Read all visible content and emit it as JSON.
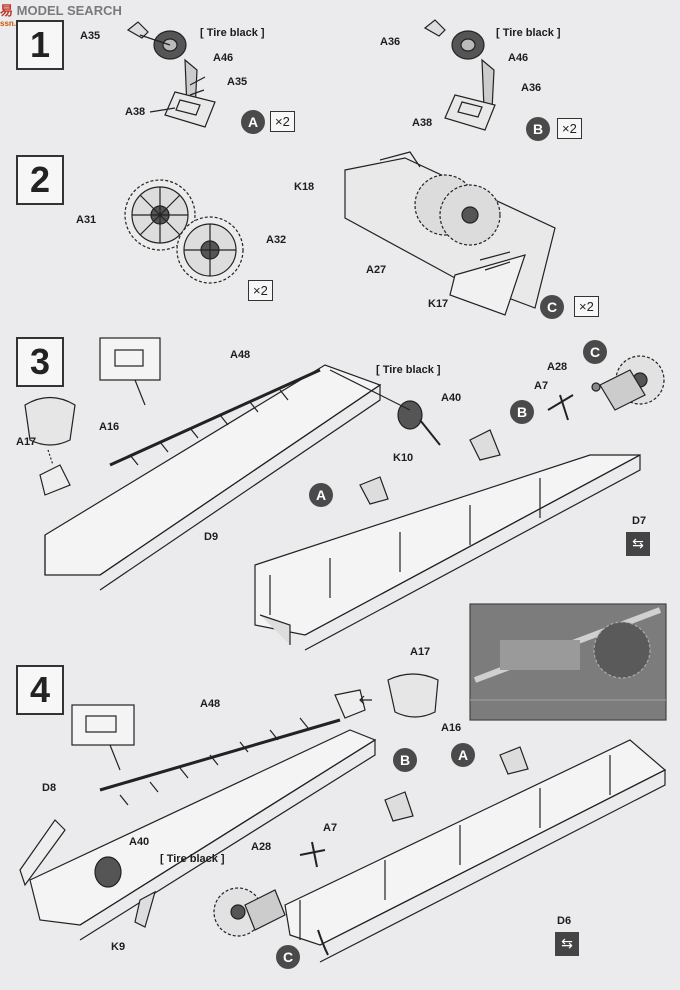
{
  "watermark": {
    "brand": "易",
    "text": "MODEL SEARCH",
    "site": "ssn.shop.com"
  },
  "steps": [
    "1",
    "2",
    "3",
    "4"
  ],
  "notes": {
    "tire_black": "[ Tire black ]"
  },
  "badges": {
    "A": "A",
    "B": "B",
    "C": "C"
  },
  "multipliers": {
    "x2": "×2"
  },
  "labels": {
    "s1": [
      "A35",
      "A46",
      "A35",
      "A38",
      "A36",
      "A46",
      "A36",
      "A38"
    ],
    "s2": [
      "A31",
      "A32",
      "K18",
      "A27",
      "K17"
    ],
    "s3": [
      "A48",
      "A17",
      "A16",
      "D9",
      "A40",
      "K10",
      "A28",
      "A7",
      "D7"
    ],
    "s4": [
      "A17",
      "A16",
      "A48",
      "D8",
      "A40",
      "K9",
      "A7",
      "A28",
      "D6"
    ]
  }
}
